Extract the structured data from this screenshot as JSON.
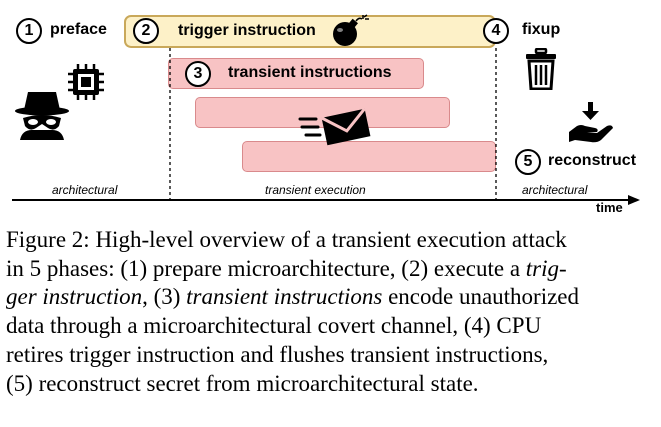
{
  "diagram": {
    "phases": [
      {
        "number": "1",
        "label": "preface"
      },
      {
        "number": "2",
        "label": "trigger instruction"
      },
      {
        "number": "3",
        "label": "transient instructions"
      },
      {
        "number": "4",
        "label": "fixup"
      },
      {
        "number": "5",
        "label": "reconstruct"
      }
    ],
    "segments": {
      "left": "architectural",
      "middle": "transient execution",
      "right": "architectural"
    },
    "axis_label": "time",
    "icons": [
      "spy-icon",
      "cpu-chip-icon",
      "bomb-icon",
      "envelope-icon",
      "trash-icon",
      "receive-hand-icon"
    ],
    "colors": {
      "trigger_fill": "#fdf1c8",
      "trigger_border": "#c9a85a",
      "transient_fill": "#f8c3c4",
      "transient_border": "#d98a8c"
    }
  },
  "caption": {
    "lines": [
      [
        {
          "t": "Figure 2: High-level overview of a transient execution attack",
          "i": false
        }
      ],
      [
        {
          "t": "in 5 phases: (1) prepare microarchitecture, (2) execute a ",
          "i": false
        },
        {
          "t": "trig-",
          "i": true
        }
      ],
      [
        {
          "t": "ger instruction",
          "i": true
        },
        {
          "t": ", (3) ",
          "i": false
        },
        {
          "t": "transient instructions",
          "i": true
        },
        {
          "t": " encode unauthorized",
          "i": false
        }
      ],
      [
        {
          "t": "data through a microarchitectural covert channel, (4) CPU",
          "i": false
        }
      ],
      [
        {
          "t": "retires trigger instruction and flushes transient instructions,",
          "i": false
        }
      ],
      [
        {
          "t": "(5) reconstruct secret from microarchitectural state.",
          "i": false
        }
      ]
    ]
  }
}
